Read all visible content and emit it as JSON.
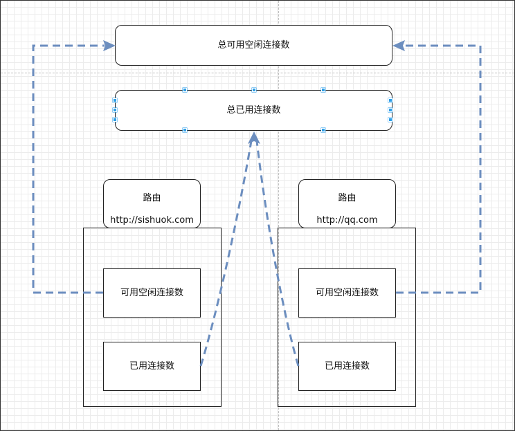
{
  "total_free": {
    "label": "总可用空闲连接数"
  },
  "total_used": {
    "label": "总已用连接数"
  },
  "routes": [
    {
      "title": "路由",
      "url": "http://sishuok.com",
      "free_label": "可用空闲连接数",
      "used_label": "已用连接数"
    },
    {
      "title": "路由",
      "url": "http://qq.com",
      "free_label": "可用空闲连接数",
      "used_label": "已用连接数"
    }
  ],
  "colors": {
    "arrow": "#6c8ebf",
    "handle": "#2c9ee8",
    "border": "#222222"
  }
}
